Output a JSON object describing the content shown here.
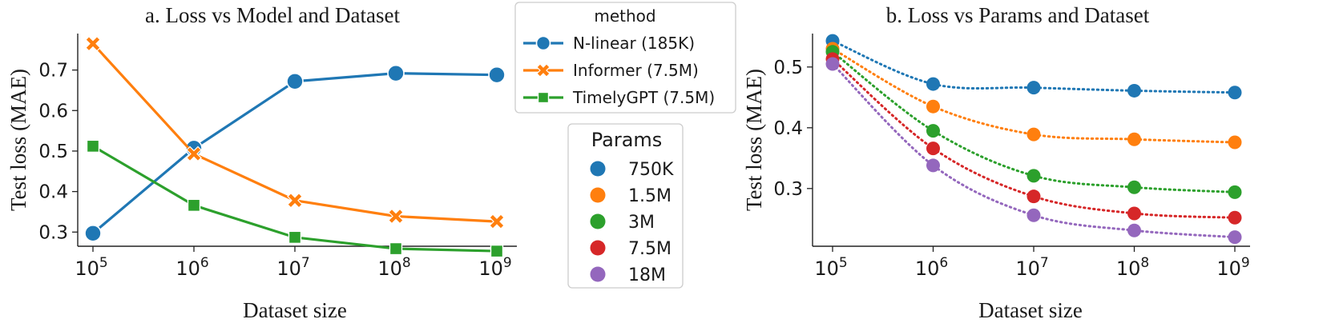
{
  "chart_data": [
    {
      "type": "line",
      "title": "a.  Loss vs Model and Dataset",
      "xlabel": "Dataset size",
      "ylabel": "Test loss (MAE)",
      "xscale": "log",
      "x": [
        100000,
        1000000,
        10000000,
        100000000,
        1000000000
      ],
      "xtick_labels": [
        {
          "base": "10",
          "exp": "5"
        },
        {
          "base": "10",
          "exp": "6"
        },
        {
          "base": "10",
          "exp": "7"
        },
        {
          "base": "10",
          "exp": "8"
        },
        {
          "base": "10",
          "exp": "9"
        }
      ],
      "yticks": [
        "0.3",
        "0.4",
        "0.5",
        "0.6",
        "0.7"
      ],
      "ylim": [
        0.265,
        0.79
      ],
      "legend_title": "method",
      "legend_position": "outside-right",
      "series": [
        {
          "name": "N-linear (185K)",
          "color": "#1f77b4",
          "marker": "circle",
          "values": [
            0.297,
            0.507,
            0.672,
            0.692,
            0.688
          ]
        },
        {
          "name": "Informer (7.5M)",
          "color": "#ff7f0e",
          "marker": "x",
          "values": [
            0.765,
            0.493,
            0.378,
            0.339,
            0.326
          ]
        },
        {
          "name": "TimelyGPT (7.5M)",
          "color": "#2ca02c",
          "marker": "square",
          "values": [
            0.512,
            0.366,
            0.287,
            0.259,
            0.253
          ]
        }
      ]
    },
    {
      "type": "scatter",
      "title": "b.  Loss vs Params and Dataset",
      "xlabel": "Dataset size",
      "ylabel": "Test loss (MAE)",
      "xscale": "log",
      "x": [
        100000,
        1000000,
        10000000,
        100000000,
        1000000000
      ],
      "xtick_labels": [
        {
          "base": "10",
          "exp": "5"
        },
        {
          "base": "10",
          "exp": "6"
        },
        {
          "base": "10",
          "exp": "7"
        },
        {
          "base": "10",
          "exp": "8"
        },
        {
          "base": "10",
          "exp": "9"
        }
      ],
      "yticks": [
        "0.3",
        "0.4",
        "0.5"
      ],
      "ylim": [
        0.205,
        0.555
      ],
      "legend_title": "Params",
      "legend_position": "outside-left",
      "fit_lines": "dotted",
      "series": [
        {
          "name": "750K",
          "color": "#1f77b4",
          "values": [
            0.543,
            0.472,
            0.466,
            0.461,
            0.458
          ]
        },
        {
          "name": "1.5M",
          "color": "#ff7f0e",
          "values": [
            0.53,
            0.435,
            0.389,
            0.381,
            0.376
          ]
        },
        {
          "name": "3M",
          "color": "#2ca02c",
          "values": [
            0.525,
            0.395,
            0.321,
            0.302,
            0.294
          ]
        },
        {
          "name": "7.5M",
          "color": "#d62728",
          "values": [
            0.513,
            0.366,
            0.287,
            0.259,
            0.252
          ]
        },
        {
          "name": "18M",
          "color": "#9467bd",
          "values": [
            0.505,
            0.338,
            0.256,
            0.231,
            0.22
          ]
        }
      ]
    }
  ]
}
